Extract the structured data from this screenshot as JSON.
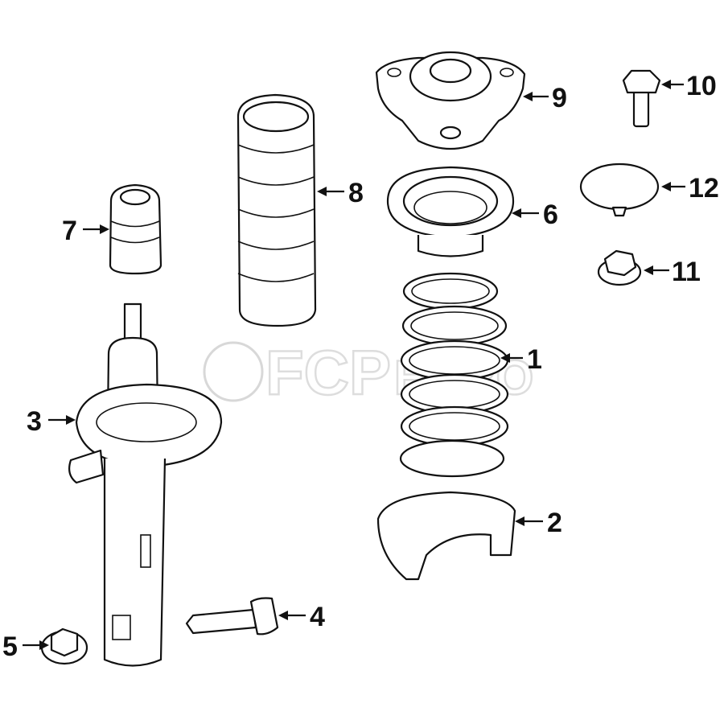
{
  "diagram": {
    "watermark": "FCP EURO",
    "callouts": [
      {
        "id": "1",
        "label": "1",
        "part": "coil-spring"
      },
      {
        "id": "2",
        "label": "2",
        "part": "spring-seat-lower"
      },
      {
        "id": "3",
        "label": "3",
        "part": "strut-assembly"
      },
      {
        "id": "4",
        "label": "4",
        "part": "bolt"
      },
      {
        "id": "5",
        "label": "5",
        "part": "nut"
      },
      {
        "id": "6",
        "label": "6",
        "part": "spring-seat-upper"
      },
      {
        "id": "7",
        "label": "7",
        "part": "bump-stop"
      },
      {
        "id": "8",
        "label": "8",
        "part": "dust-boot"
      },
      {
        "id": "9",
        "label": "9",
        "part": "strut-mount"
      },
      {
        "id": "10",
        "label": "10",
        "part": "mount-bolt"
      },
      {
        "id": "11",
        "label": "11",
        "part": "flange-nut"
      },
      {
        "id": "12",
        "label": "12",
        "part": "cap"
      }
    ]
  }
}
